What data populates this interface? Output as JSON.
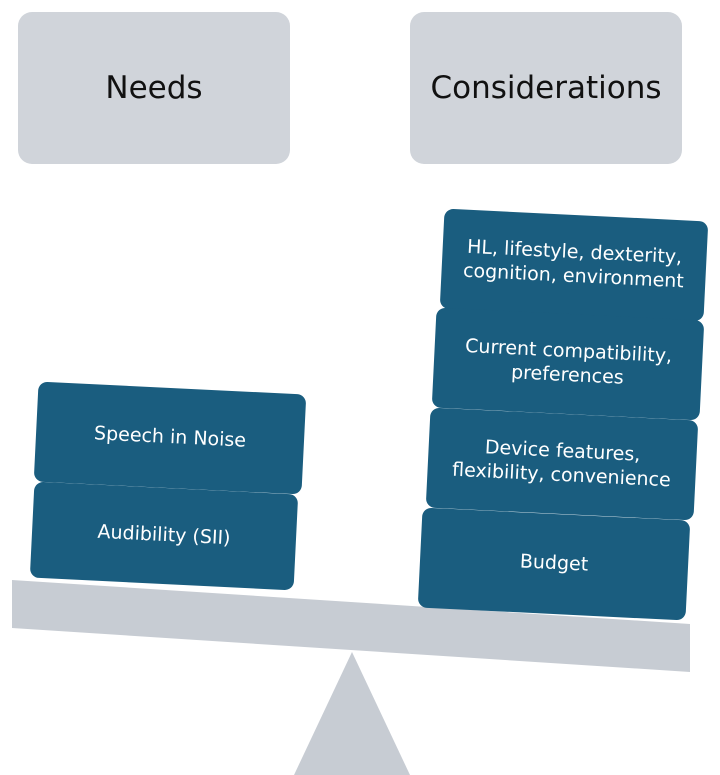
{
  "headers": {
    "needs": "Needs",
    "considerations": "Considerations"
  },
  "needs_blocks": [
    "Speech in Noise",
    "Audibility (SII)"
  ],
  "consideration_blocks": [
    "HL, lifestyle, dexterity,\ncognition, environment",
    "Current compatibility,\npreferences",
    "Device features,\nflexibility, convenience",
    "Budget"
  ],
  "colors": {
    "header_fill": "#d0d4da",
    "block_fill": "#1a5d7f",
    "beam_fill": "#c7ccd3",
    "fulcrum_fill": "#c7ccd3",
    "block_text": "#ffffff"
  }
}
